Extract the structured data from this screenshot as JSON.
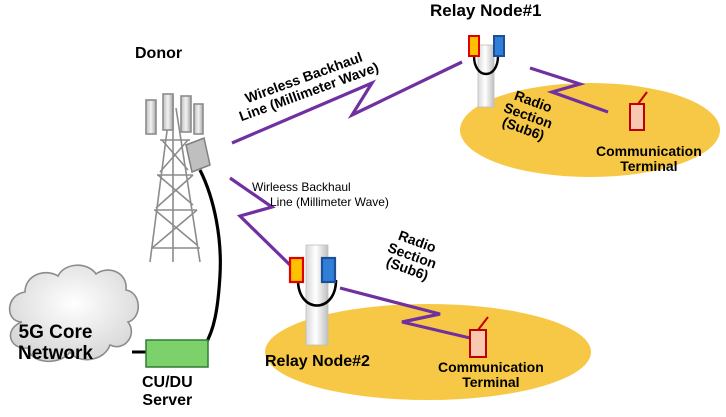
{
  "nodes": {
    "donor": "Donor",
    "relay1": "Relay Node#1",
    "relay2": "Relay Node#2",
    "core_network": [
      "5G Core",
      "Network"
    ],
    "cu_du_server": [
      "CU/DU",
      "Server"
    ]
  },
  "links": {
    "backhaul_top": [
      "Wireless Backhaul",
      "Line (Millimeter Wave)"
    ],
    "backhaul_bottom": [
      "Wirleess Backhaul",
      "Line (Millimeter Wave)"
    ],
    "radio_top": [
      "Radio",
      "Section",
      "(Sub6)"
    ],
    "radio_bottom": [
      "Radio",
      "Section",
      "(Sub6)"
    ]
  },
  "terminals": {
    "terminal1": [
      "Communication",
      "Terminal"
    ],
    "terminal2": [
      "Communication",
      "Terminal"
    ]
  },
  "colors": {
    "link_purple": "#7030a0",
    "coverage_yellow": "#f7c846",
    "server_green": "#7cd16a",
    "terminal_pink": "#f8c8b0",
    "terminal_red": "#c00000",
    "antenna_yellow": "#ffc000",
    "antenna_blue": "#2f7fd8",
    "antenna_red": "#e00000"
  }
}
